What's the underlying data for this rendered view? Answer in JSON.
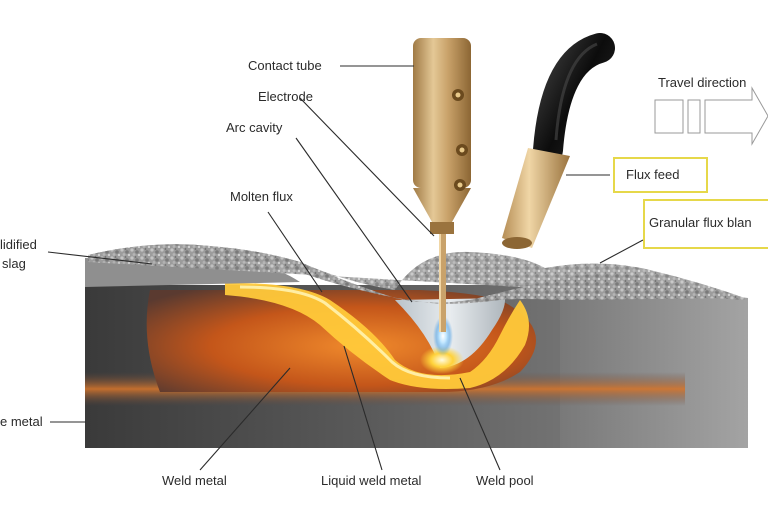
{
  "labels": {
    "contact_tube": "Contact tube",
    "electrode": "Electrode",
    "arc_cavity": "Arc cavity",
    "molten_flux": "Molten flux",
    "solidified": "lidified",
    "slag": "slag",
    "base_metal": "e metal",
    "weld_metal": "Weld metal",
    "liquid_weld_metal": "Liquid weld metal",
    "weld_pool": "Weld pool",
    "travel_direction": "Travel direction",
    "flux_feed": "Flux feed",
    "granular_flux": "Granular flux blan"
  },
  "colors": {
    "highlight_box": "#e6d84a",
    "molten_orange": "#e8701a",
    "molten_yellow": "#ffd23a",
    "base_metal_gray": "#5e5e5e",
    "flux_gray": "#9a9a9a",
    "brass": "#c9a26a",
    "hose_black": "#141414"
  }
}
